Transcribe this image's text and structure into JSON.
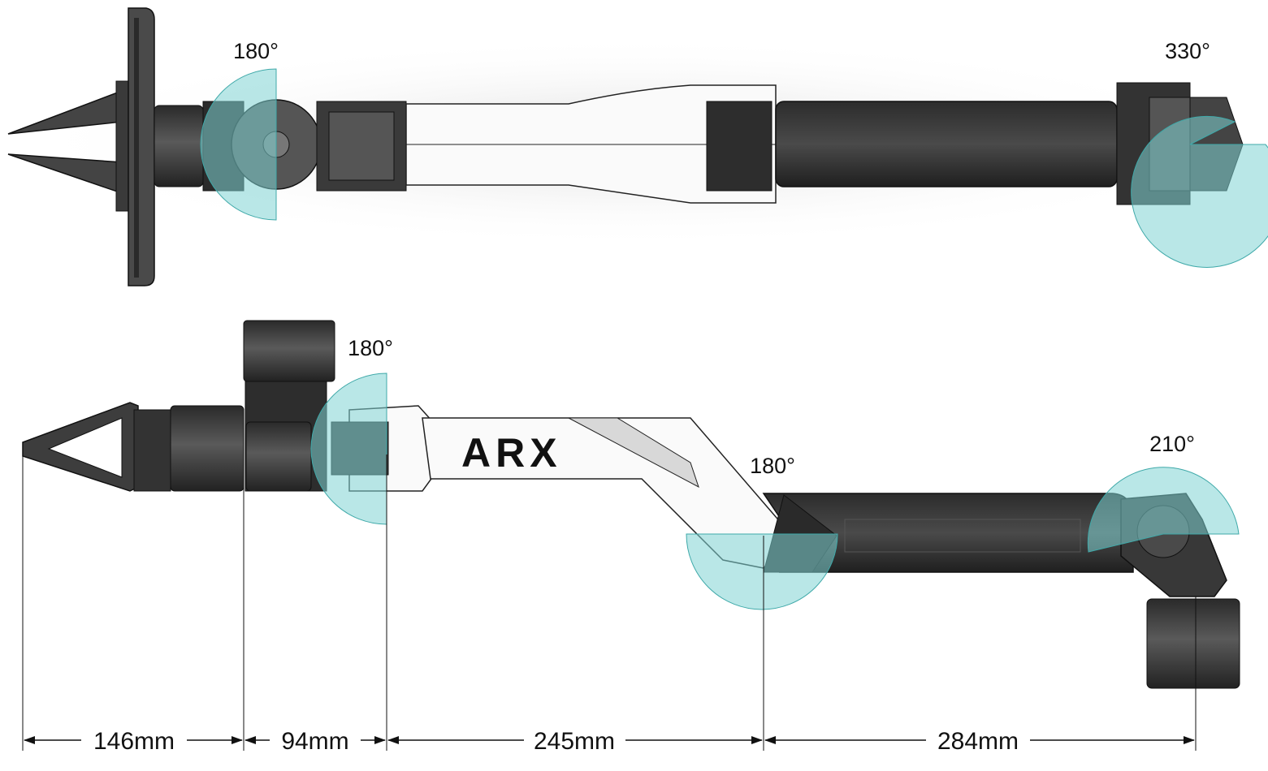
{
  "colors": {
    "joint_range": "#7fd3d3",
    "joint_range_stroke": "#3fa9a9",
    "link_dark": "#3a3a3a",
    "link_darker": "#262626",
    "link_light": "#f7f7f7",
    "outline": "#1a1a1a"
  },
  "logo_text": "ARX",
  "top_view": {
    "joint_angles": [
      "180°",
      "330°"
    ]
  },
  "side_view": {
    "joint_angles": [
      "180°",
      "180°",
      "210°"
    ],
    "dimensions": [
      "146mm",
      "94mm",
      "245mm",
      "284mm"
    ]
  }
}
